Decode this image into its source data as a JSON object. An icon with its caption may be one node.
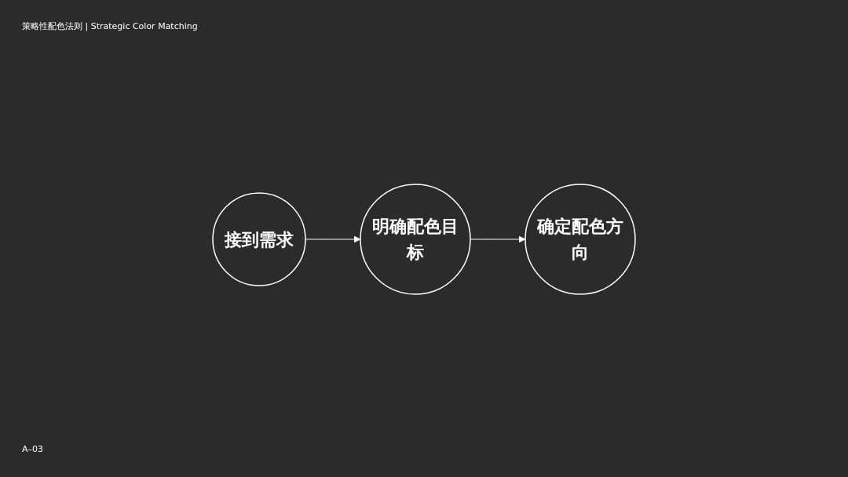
{
  "diagram": {
    "title": "策略性配色法则 | Strategic Color Matching",
    "nodes": [
      {
        "text": [
          "接到需求"
        ]
      },
      {
        "text": [
          "明确配色目标"
        ]
      },
      {
        "text": [
          "确定配色方向"
        ]
      }
    ],
    "edges": [
      {
        "from": 0,
        "to": 1,
        "arrow": "to"
      },
      {
        "from": 1,
        "to": 2,
        "arrow": "to"
      }
    ],
    "labels": [
      "A–03"
    ]
  }
}
